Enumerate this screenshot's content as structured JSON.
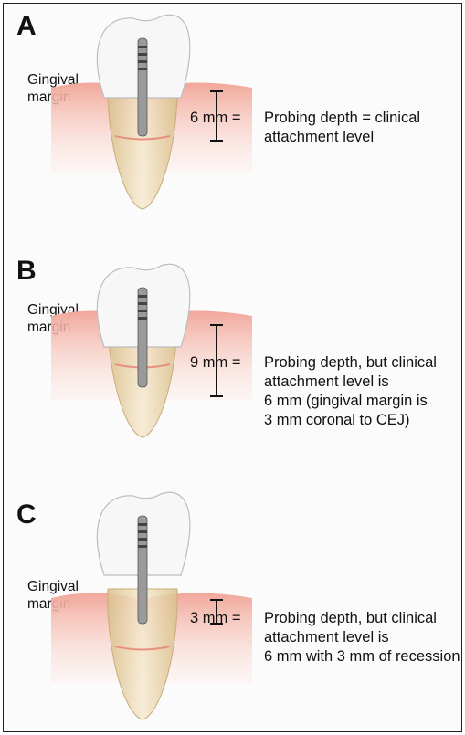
{
  "panels": [
    {
      "label": "A",
      "gingival_label": "Gingival\nmargin",
      "measurement": "6 mm",
      "equals": "=",
      "description": "Probing depth = clinical\nattachment level"
    },
    {
      "label": "B",
      "gingival_label": "Gingival\nmargin",
      "measurement": "9 mm",
      "equals": "=",
      "description": "Probing depth, but clinical\nattachment level is\n6 mm (gingival margin is\n3 mm coronal to CEJ)"
    },
    {
      "label": "C",
      "gingival_label": "Gingival\nmargin",
      "measurement": "3 mm",
      "equals": "=",
      "description": "Probing depth, but clinical\nattachment level is\n6 mm with 3 mm of recession"
    }
  ],
  "colors": {
    "gingiva": "#f1a79a",
    "gingiva_light": "#fde0d8",
    "enamel": "#f7f7f7",
    "root": "#e9d4a8",
    "probe": "#9a9a9a",
    "border": "#222222"
  }
}
